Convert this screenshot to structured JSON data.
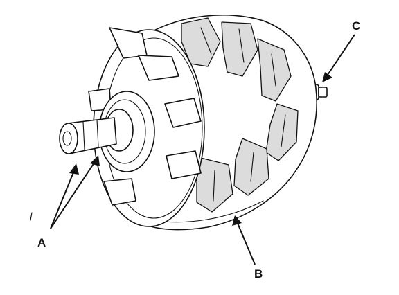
{
  "callouts": {
    "a": {
      "label": "A"
    },
    "b": {
      "label": "B"
    },
    "c": {
      "label": "C"
    }
  },
  "colors": {
    "ink": "#111111",
    "paper": "#ffffff",
    "shade": "#dcdcdc"
  }
}
